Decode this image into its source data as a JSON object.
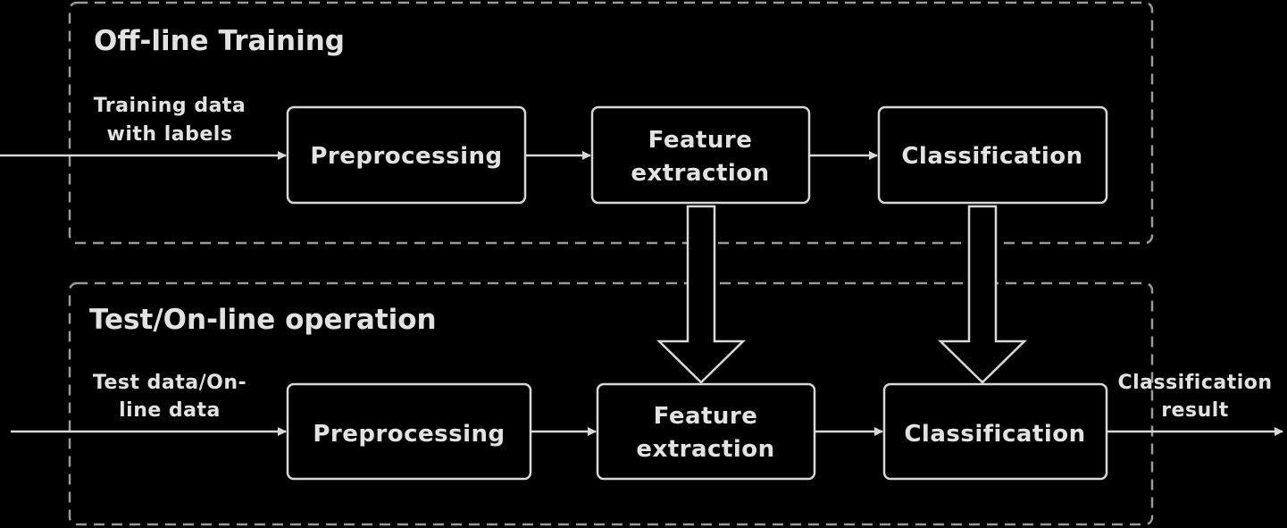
{
  "colors": {
    "background": "#000000",
    "stroke": "#d8d8d8",
    "dashed_frame": "#9a9a9a",
    "text": "#e2e2e2"
  },
  "training": {
    "title": "Off-line Training",
    "input_label_line1": "Training data",
    "input_label_line2": "with labels",
    "preprocessing": "Preprocessing",
    "feature_line1": "Feature",
    "feature_line2": "extraction",
    "classification": "Classification"
  },
  "test": {
    "title": "Test/On-line operation",
    "input_label_line1": "Test data/On-",
    "input_label_line2": "line data",
    "preprocessing": "Preprocessing",
    "feature_line1": "Feature",
    "feature_line2": "extraction",
    "classification": "Classification",
    "output_label_line1": "Classification",
    "output_label_line2": "result"
  }
}
